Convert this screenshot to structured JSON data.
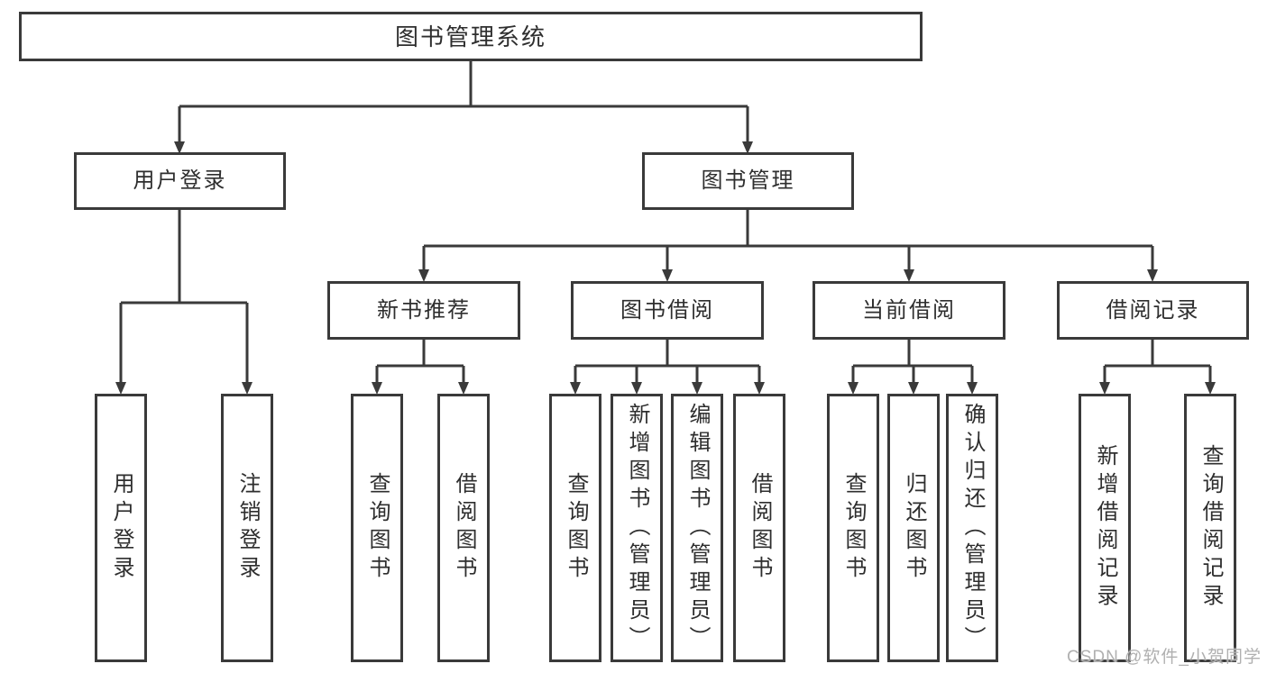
{
  "diagram": {
    "root": "图书管理系统",
    "branches": [
      {
        "label": "用户登录",
        "leaves": [
          "用户登录",
          "注销登录"
        ]
      },
      {
        "label": "图书管理",
        "groups": [
          {
            "label": "新书推荐",
            "leaves": [
              "查询图书",
              "借阅图书"
            ]
          },
          {
            "label": "图书借阅",
            "leaves": [
              "查询图书",
              "新增图书（管理员）",
              "编辑图书（管理员）",
              "借阅图书"
            ]
          },
          {
            "label": "当前借阅",
            "leaves": [
              "查询图书",
              "归还图书",
              "确认归还（管理员）"
            ]
          },
          {
            "label": "借阅记录",
            "leaves": [
              "新增借阅记录",
              "查询借阅记录"
            ]
          }
        ]
      }
    ]
  },
  "watermark": "CSDN @软件_小贺同学",
  "colors": {
    "line": "#3a3a3a",
    "text": "#2e2e2e",
    "watermark": "#b0b0b0",
    "background": "#ffffff"
  }
}
